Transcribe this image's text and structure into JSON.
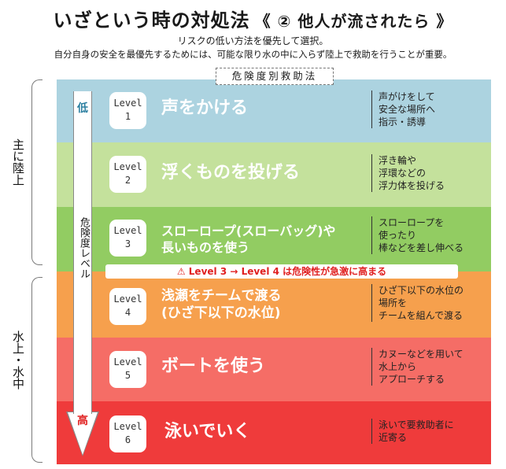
{
  "title": "いざという時の対処法",
  "title_sub": "《 ② 他人が流されたら 》",
  "subtitle_1": "リスクの低い方法を優先して選択。",
  "subtitle_2": "自分自身の安全を最優先するためには、可能な限り水の中に入らず陸上で救助を行うことが重要。",
  "badge": "危険度別救助法",
  "arrow": {
    "low": "低",
    "label": "危険度レベル",
    "high": "高"
  },
  "groups": {
    "land": "主に陸上",
    "water": "水上・水中"
  },
  "alert": "⚠ Level 3 → Level 4 は危険性が急激に高まる",
  "levels": [
    {
      "word": "Level",
      "num": "1",
      "action": [
        "声をかける"
      ],
      "desc": [
        "声がけをして",
        "安全な場所へ",
        "指示・誘導"
      ],
      "color": "#acd3e0"
    },
    {
      "word": "Level",
      "num": "2",
      "action": [
        "浮くものを投げる"
      ],
      "desc": [
        "浮き輪や",
        "浮環などの",
        "浮力体を投げる"
      ],
      "color": "#c4e19c"
    },
    {
      "word": "Level",
      "num": "3",
      "action": [
        "スローロープ(スローバッグ)や",
        "長いものを使う"
      ],
      "desc": [
        "スローロープを",
        "使ったり",
        "棒などを差し伸べる"
      ],
      "color": "#92cc62"
    },
    {
      "word": "Level",
      "num": "4",
      "action": [
        "浅瀬をチームで渡る",
        "(ひざ下以下の水位)"
      ],
      "desc": [
        "ひざ下以下の水位の",
        "場所を",
        "チームを組んで渡る"
      ],
      "color": "#f6a04d"
    },
    {
      "word": "Level",
      "num": "5",
      "action": [
        "ボートを使う"
      ],
      "desc": [
        "カヌーなどを用いて",
        "水上から",
        "アプローチする"
      ],
      "color": "#f56d66"
    },
    {
      "word": "Level",
      "num": "6",
      "action": [
        "泳いでいく"
      ],
      "desc": [
        "泳いで要救助者に",
        "近寄る"
      ],
      "color": "#ef3b3b"
    }
  ]
}
